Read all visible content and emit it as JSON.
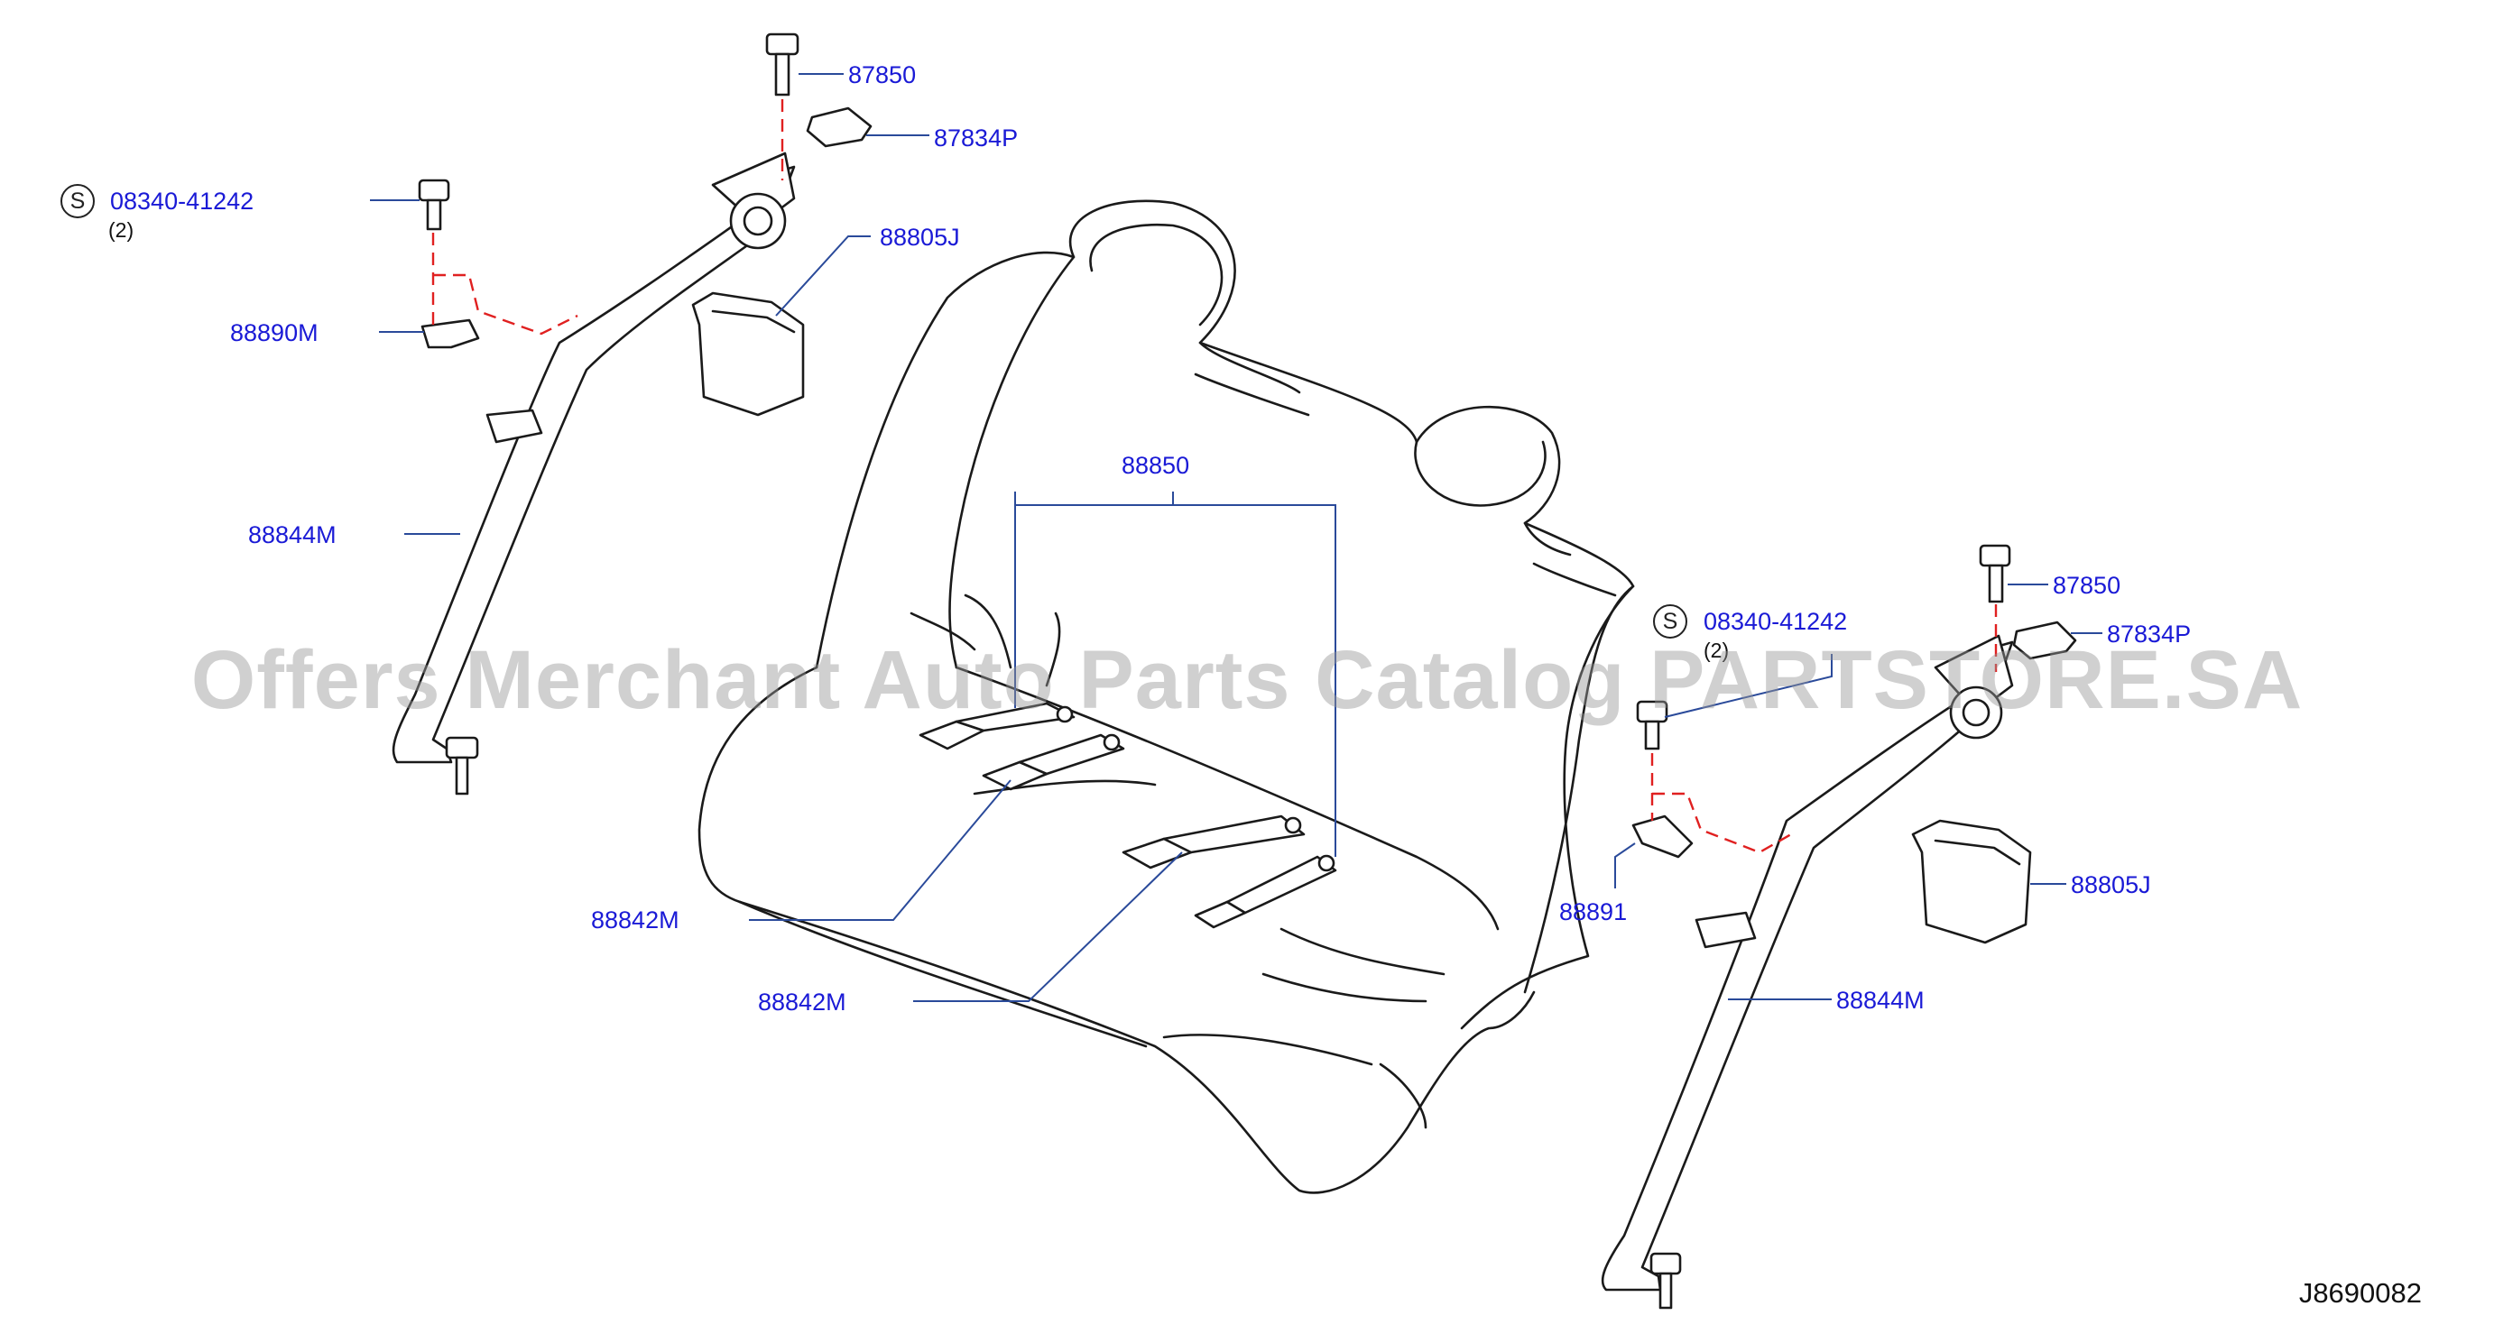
{
  "diagram": {
    "labels": {
      "bolt_left": "87850",
      "cover_left": "87834P",
      "screw_left": "08340-41242",
      "screw_left_qty": "(2)",
      "bezel_left": "88805J",
      "guide_left": "88890M",
      "belt_left": "88844M",
      "center_belt": "88850",
      "buckle_upper": "88842M",
      "buckle_lower": "88842M",
      "bolt_right": "87850",
      "cover_right": "87834P",
      "screw_right": "08340-41242",
      "screw_right_qty": "(2)",
      "guide_right": "88891",
      "bezel_right": "88805J",
      "belt_right": "88844M"
    },
    "std_part_symbol": "S",
    "diagram_code": "J8690082",
    "watermark": "Offers Merchant Auto Parts Catalog PARTSTORE.SA",
    "colors": {
      "label": "#1a1ad6",
      "leader": "#2a4a9a",
      "dash": "#e02020",
      "line": "#1a1a1a",
      "watermark": "#969696"
    }
  }
}
